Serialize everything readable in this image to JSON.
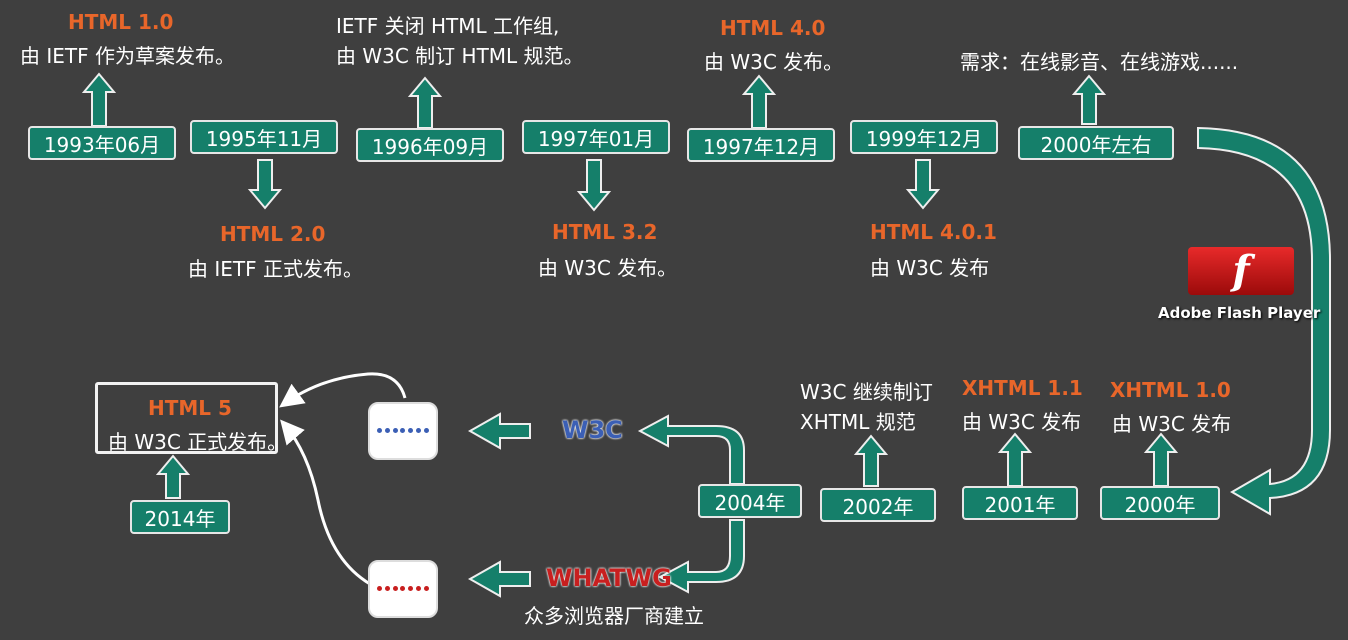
{
  "timeline_top": [
    {
      "date": "1993年06月",
      "title": "HTML 1.0",
      "desc": "由 IETF 作为草案发布。"
    },
    {
      "date": "1995年11月",
      "title": "HTML 2.0",
      "desc": "由 IETF 正式发布。"
    },
    {
      "date": "1996年09月",
      "desc_line1": "IETF 关闭 HTML 工作组,",
      "desc_line2": "由 W3C 制订 HTML 规范。"
    },
    {
      "date": "1997年01月",
      "title": "HTML 3.2",
      "desc": "由 W3C 发布。"
    },
    {
      "date": "1997年12月",
      "title": "HTML 4.0",
      "desc": "由 W3C 发布。"
    },
    {
      "date": "1999年12月",
      "title": "HTML 4.0.1",
      "desc": "由 W3C 发布"
    },
    {
      "date": "2000年左右",
      "desc": "需求：在线影音、在线游戏......"
    }
  ],
  "flash": {
    "label": "Adobe Flash Player",
    "glyph": "f"
  },
  "timeline_bottom": [
    {
      "date": "2000年",
      "title": "XHTML 1.0",
      "desc": "由 W3C 发布"
    },
    {
      "date": "2001年",
      "title": "XHTML 1.1",
      "desc": "由 W3C 发布"
    },
    {
      "date": "2002年",
      "desc_line1": "W3C 继续制订",
      "desc_line2": "XHTML 规范"
    },
    {
      "date": "2004年"
    }
  ],
  "split": {
    "w3c": "W3C",
    "whatwg": "WHATWG",
    "whatwg_desc": "众多浏览器厂商建立"
  },
  "html5": {
    "title": "HTML 5",
    "desc": "由 W3C 正式发布。",
    "date": "2014年"
  },
  "colors": {
    "accent": "#157f6a",
    "orange": "#e8662a",
    "w3c": "#3b5fb5",
    "whatwg": "#c81f1f"
  }
}
